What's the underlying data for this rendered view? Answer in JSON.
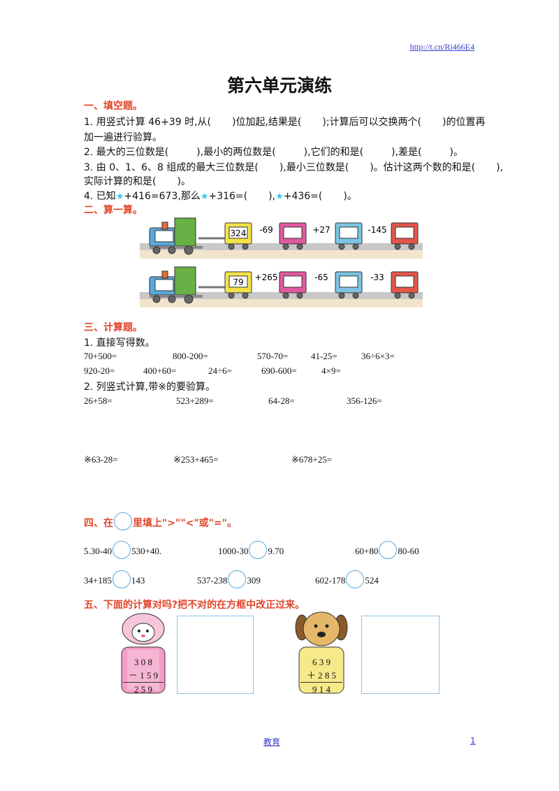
{
  "header": {
    "url": "http://t.cn/Ri466E4"
  },
  "title": "第六单元演练",
  "s1": {
    "heading": "一、填空题。",
    "q1_a": "1. 用竖式计算 46+39 时,从(",
    "q1_b": ")位加起,结果是(",
    "q1_c": ");计算后可以交换两个(",
    "q1_d": ")的位置再",
    "q1_e": "加一遍进行验算。",
    "q2_a": "2. 最大的三位数是(",
    "q2_b": "),最小的两位数是(",
    "q2_c": "),它们的和是(",
    "q2_d": "),差是(",
    "q2_e": ")。",
    "q3_a": "3. 由 0、1、6、8 组成的最大三位数是(",
    "q3_b": "),最小三位数是(",
    "q3_c": ")。估计这两个数的和是(",
    "q3_d": "),",
    "q3_e": "实际计算的和是(",
    "q3_f": ")。",
    "q4_a": "4. 已知",
    "q4_b": "+416=673,那么",
    "q4_c": "+316=(",
    "q4_d": "),",
    "q4_e": "+436=(",
    "q4_f": ")。",
    "star": "★"
  },
  "s2": {
    "heading": "二、算一算。",
    "train1": {
      "start": "324",
      "ops": [
        "-69",
        "+27",
        "-145"
      ]
    },
    "train2": {
      "start": "79",
      "ops": [
        "+265",
        "-65",
        "-33"
      ]
    }
  },
  "s3": {
    "heading": "三、计算题。",
    "sub1": "1. 直接写得数。",
    "row1": [
      "70+500=",
      "800-200=",
      "570-70=",
      "41-25=",
      "36÷6×3="
    ],
    "row2": [
      "920-20=",
      "400+60=",
      "24÷6=",
      "690-600=",
      "4×9="
    ],
    "sub2": "2. 列竖式计算,带※的要验算。",
    "row3": [
      "26+58=",
      "523+289=",
      "64-28=",
      "356-126="
    ],
    "row4": [
      "※63-28=",
      "※253+465=",
      "※678+25="
    ]
  },
  "s4": {
    "heading_a": "四、在",
    "heading_b": "里填上\">\"\"<\"或\"=\"。",
    "items": [
      {
        "left": "5.30-40",
        "right": "530+40."
      },
      {
        "left": "1000-30",
        "right": "9.70"
      },
      {
        "left": "60+80",
        "right": "80-60"
      },
      {
        "left": "34+185",
        "right": "143"
      },
      {
        "left": "537-238",
        "right": "309"
      },
      {
        "left": "602-178",
        "right": "524"
      }
    ]
  },
  "s5": {
    "heading": "五、下面的计算对吗?把不对的在方框中改正过来。",
    "calc1": [
      "3 0 8",
      "－ 1 5 9",
      "2 5 9"
    ],
    "calc2": [
      "6 3 9",
      "＋ 2 8 5",
      "9 1 4"
    ]
  },
  "footer": {
    "center": "教育",
    "page": "1"
  },
  "colors": {
    "heading": "#e0462a",
    "link": "#3a3ad0",
    "star": "#38c7e6",
    "box": "#8fc3e4"
  }
}
